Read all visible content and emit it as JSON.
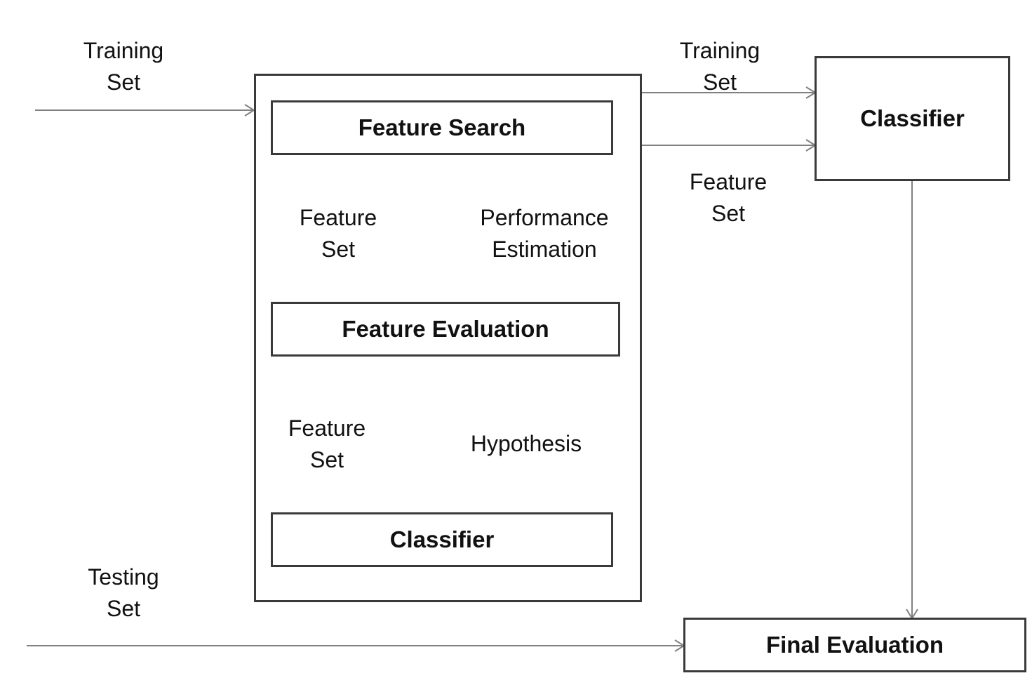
{
  "diagram": {
    "nodes": {
      "wrapper": "",
      "feature_search": "Feature Search",
      "feature_evaluation": "Feature Evaluation",
      "inner_classifier": "Classifier",
      "outer_classifier": "Classifier",
      "final_evaluation": "Final Evaluation"
    },
    "labels": {
      "training_in": [
        "Training",
        "Set"
      ],
      "testing_in": [
        "Testing",
        "Set"
      ],
      "training_out": [
        "Training",
        "Set"
      ],
      "feature_set_out": [
        "Feature",
        "Set"
      ],
      "feature_set_search_to_eval": [
        "Feature",
        "Set"
      ],
      "performance_estimation": [
        "Performance",
        "Estimation"
      ],
      "feature_set_eval_to_classifier": [
        "Feature",
        "Set"
      ],
      "hypothesis": [
        "Hypothesis"
      ]
    },
    "colors": {
      "box_border": "#3a3a3a",
      "arrow": "#808080",
      "text": "#111111"
    }
  }
}
